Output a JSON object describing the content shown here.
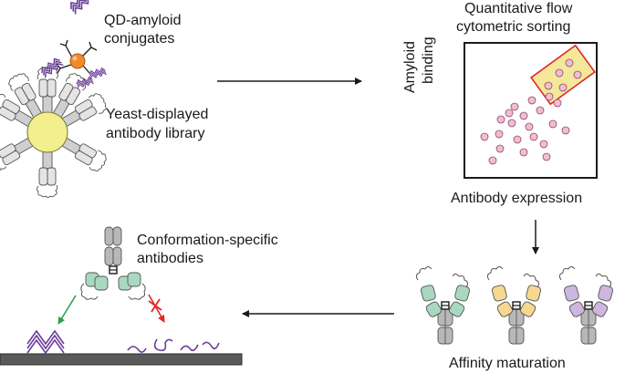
{
  "labels": {
    "qd_line1": "QD-amyloid",
    "qd_line2": "conjugates",
    "yeast_line1": "Yeast-displayed",
    "yeast_line2": "antibody library",
    "sort_line1": "Quantitative flow",
    "sort_line2": "cytometric sorting",
    "y_axis_line1": "Amyloid",
    "y_axis_line2": "binding",
    "x_axis": "Antibody expression",
    "conf_line1": "Conformation-specific",
    "conf_line2": "antibodies",
    "affinity": "Affinity maturation"
  },
  "colors": {
    "amyloid": "#6a3d9a",
    "quantum_dot": "#f08a2a",
    "yeast_cell": "#f3ee8e",
    "gate_fill": "#f4e89a",
    "gate_border": "#e0262b",
    "cell_dot": "#f2bdd0",
    "variable_green": "#a9d8c0",
    "variable_yellow": "#f6d890",
    "variable_purple": "#cdb6e0",
    "constant_gray": "#b8b8b8",
    "binds_arrow": "#2aa24a",
    "no_bind_arrow": "#e0262b"
  },
  "icons": [
    "qd-amyloid-conjugate-icon",
    "yeast-cell-icon",
    "flow-plot-icon",
    "antibody-icon",
    "surface-icon",
    "binding-arrow-icon",
    "no-binding-cross-icon"
  ]
}
